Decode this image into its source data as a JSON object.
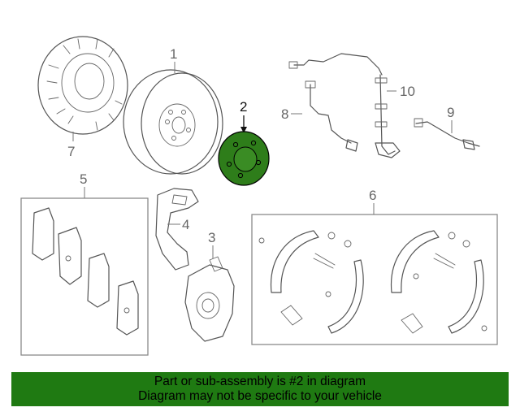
{
  "callouts": {
    "c1": "1",
    "c2": "2",
    "c3": "3",
    "c4": "4",
    "c5": "5",
    "c6": "6",
    "c7": "7",
    "c8": "8",
    "c9": "9",
    "c10": "10"
  },
  "highlight_color": "#2e7d1a",
  "banner": {
    "line1": "Part or sub-assembly is #2 in diagram",
    "line2": "Diagram may not be specific to your vehicle",
    "background": "#1f7a12"
  }
}
